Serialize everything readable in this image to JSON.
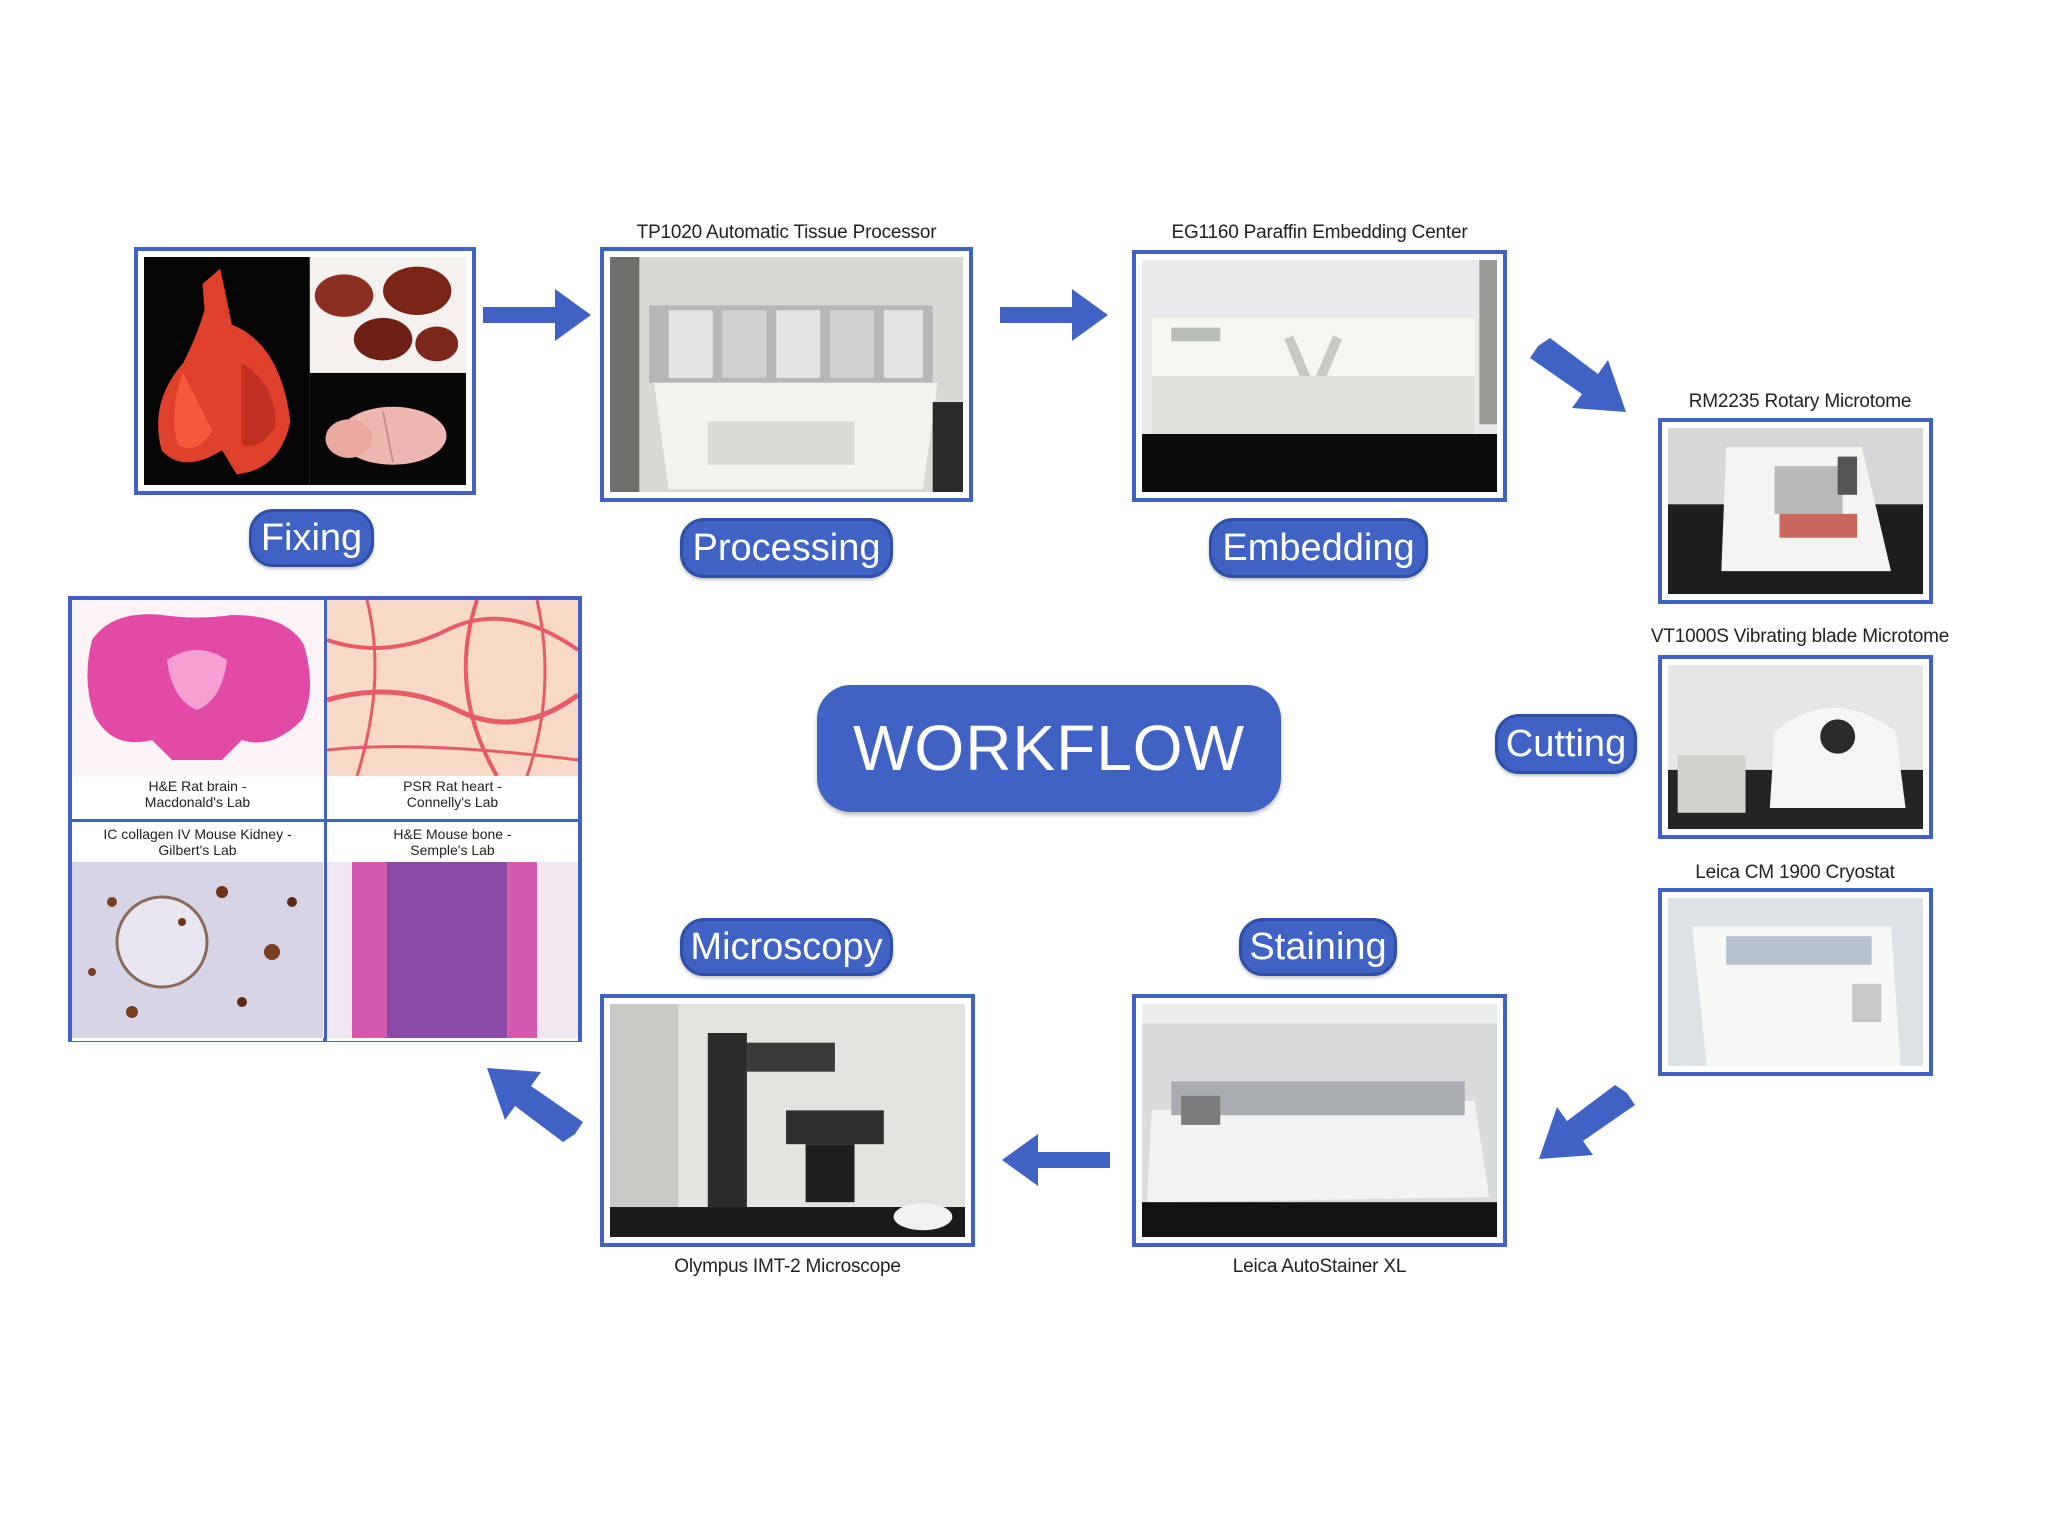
{
  "diagram_title": "WORKFLOW",
  "stages": {
    "fixing": "Fixing",
    "processing": "Processing",
    "embedding": "Embedding",
    "cutting": "Cutting",
    "staining": "Staining",
    "microscopy": "Microscopy"
  },
  "equipment": {
    "processor": "TP1020 Automatic Tissue Processor",
    "embedder": "EG1160 Paraffin Embedding Center",
    "rotary": "RM2235 Rotary Microtome",
    "vibrating": "VT1000S Vibrating blade Microtome",
    "cryostat": "Leica CM 1900 Cryostat",
    "stainer": "Leica AutoStainer XL",
    "microscope": "Olympus IMT-2 Microscope"
  },
  "samples": {
    "s1_line1": "H&E Rat brain -",
    "s1_line2": "Macdonald's Lab",
    "s2_line1": "PSR Rat heart -",
    "s2_line2": "Connelly's Lab",
    "s3_line1": "IC collagen IV Mouse Kidney -",
    "s3_line2": "Gilbert's Lab",
    "s4_line1": "H&E Mouse bone -",
    "s4_line2": "Semple's Lab"
  },
  "colors": {
    "accent": "#3f62c4",
    "caption": "#222222"
  }
}
